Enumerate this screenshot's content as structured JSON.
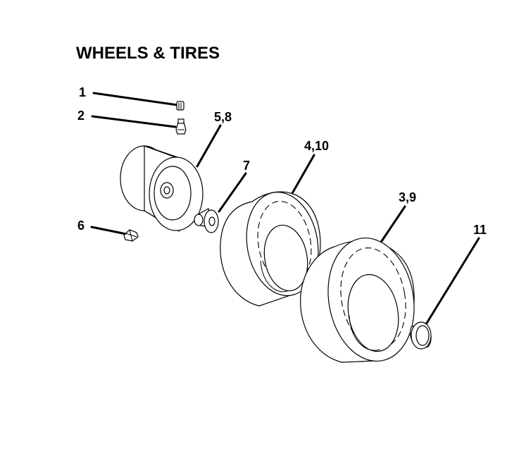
{
  "title": "WHEELS & TIRES",
  "callouts": {
    "c1": "1",
    "c2": "2",
    "c58": "5,8",
    "c7": "7",
    "c410": "4,10",
    "c39": "3,9",
    "c6": "6",
    "c11": "11"
  },
  "colors": {
    "ink": "#000000",
    "background": "#ffffff"
  }
}
